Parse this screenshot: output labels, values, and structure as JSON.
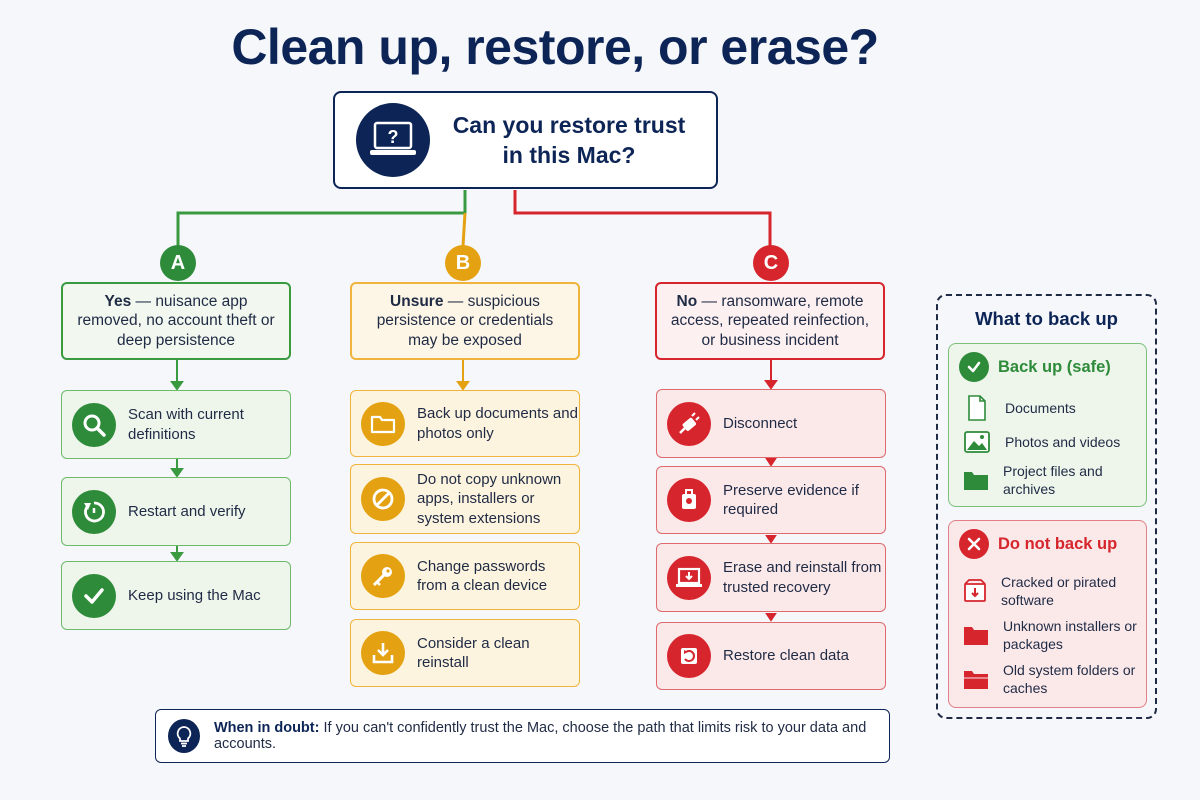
{
  "title": "Clean up, restore, or erase?",
  "root": {
    "question": "Can you restore trust in this Mac?",
    "icon": "laptop-question-icon"
  },
  "colors": {
    "navy": "#0d2556",
    "green": "#2e8b3a",
    "amber": "#e4a212",
    "red": "#d6252c"
  },
  "branches": [
    {
      "letter": "A",
      "head_bold": "Yes",
      "head_rest": " — nuisance app removed, no account theft or deep persistence",
      "steps": [
        {
          "label": "Scan with current definitions",
          "icon": "magnifier-icon"
        },
        {
          "label": "Restart and verify",
          "icon": "restart-icon"
        },
        {
          "label": "Keep using the Mac",
          "icon": "checkmark-icon"
        }
      ]
    },
    {
      "letter": "B",
      "head_bold": "Unsure",
      "head_rest": " — suspicious persistence or credentials may be exposed",
      "steps": [
        {
          "label": "Back up documents and photos only",
          "icon": "folder-icon"
        },
        {
          "label": "Do not copy unknown apps, installers or system extensions",
          "icon": "prohibited-icon"
        },
        {
          "label": "Change passwords from a clean device",
          "icon": "key-icon"
        },
        {
          "label": "Consider a clean reinstall",
          "icon": "download-tray-icon"
        }
      ]
    },
    {
      "letter": "C",
      "head_bold": "No",
      "head_rest": " — ransomware, remote access, repeated reinfection, or business incident",
      "steps": [
        {
          "label": "Disconnect",
          "icon": "unplug-icon"
        },
        {
          "label": "Preserve evidence if required",
          "icon": "evidence-box-icon"
        },
        {
          "label": "Erase and reinstall from trusted recovery",
          "icon": "laptop-download-icon"
        },
        {
          "label": "Restore clean data",
          "icon": "restore-drive-icon"
        }
      ]
    }
  ],
  "backup": {
    "title": "What to back up",
    "safe": {
      "title": "Back up (safe)",
      "items": [
        {
          "label": "Documents",
          "icon": "document-icon"
        },
        {
          "label": "Photos and videos",
          "icon": "photo-icon"
        },
        {
          "label": "Project files and archives",
          "icon": "folder-icon"
        }
      ]
    },
    "unsafe": {
      "title": "Do not back up",
      "items": [
        {
          "label": "Cracked or pirated software",
          "icon": "package-icon"
        },
        {
          "label": "Unknown installers or packages",
          "icon": "folder-icon"
        },
        {
          "label": "Old system folders or caches",
          "icon": "folder-icon"
        }
      ]
    }
  },
  "note": {
    "bold": "When in doubt:",
    "text": " If you can't confidently trust the Mac, choose the path that limits risk to your data and accounts.",
    "icon": "lightbulb-icon"
  }
}
